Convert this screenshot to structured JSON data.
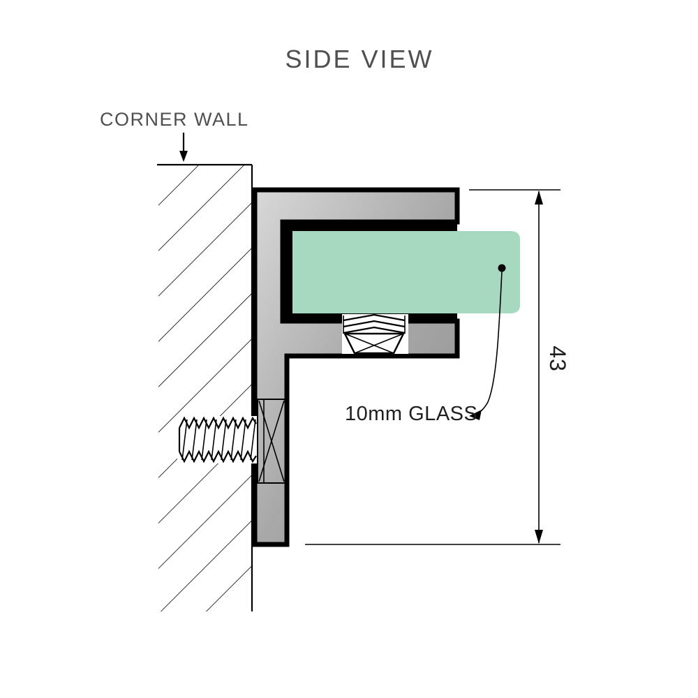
{
  "title": "SIDE VIEW",
  "annotations": {
    "corner_wall_label": "CORNER WALL",
    "glass_label": "10mm GLASS",
    "dimension_value": "43"
  },
  "colors": {
    "glass_fill": "#a6d9c0",
    "metal_light": "#d8d8d8",
    "metal_mid": "#a9a9a9",
    "metal_dark": "#8f8f8f",
    "outline": "#000000",
    "label_text": "#4f4f4f",
    "dark_text": "#1f1f1f"
  }
}
